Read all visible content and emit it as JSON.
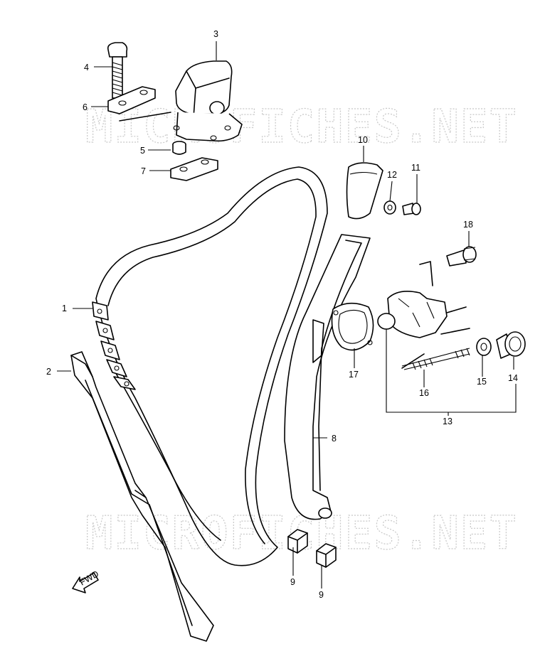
{
  "watermark": "MICROFICHES.NET",
  "fwd_label": "FWD",
  "callouts": [
    {
      "id": "c1",
      "text": "1"
    },
    {
      "id": "c2",
      "text": "2"
    },
    {
      "id": "c3",
      "text": "3"
    },
    {
      "id": "c4",
      "text": "4"
    },
    {
      "id": "c5",
      "text": "5"
    },
    {
      "id": "c6",
      "text": "6"
    },
    {
      "id": "c7",
      "text": "7"
    },
    {
      "id": "c8",
      "text": "8"
    },
    {
      "id": "c9a",
      "text": "9"
    },
    {
      "id": "c9b",
      "text": "9"
    },
    {
      "id": "c10",
      "text": "10"
    },
    {
      "id": "c11",
      "text": "11"
    },
    {
      "id": "c12",
      "text": "12"
    },
    {
      "id": "c13",
      "text": "13"
    },
    {
      "id": "c14",
      "text": "14"
    },
    {
      "id": "c15",
      "text": "15"
    },
    {
      "id": "c16",
      "text": "16"
    },
    {
      "id": "c17",
      "text": "17"
    },
    {
      "id": "c18",
      "text": "18"
    }
  ]
}
